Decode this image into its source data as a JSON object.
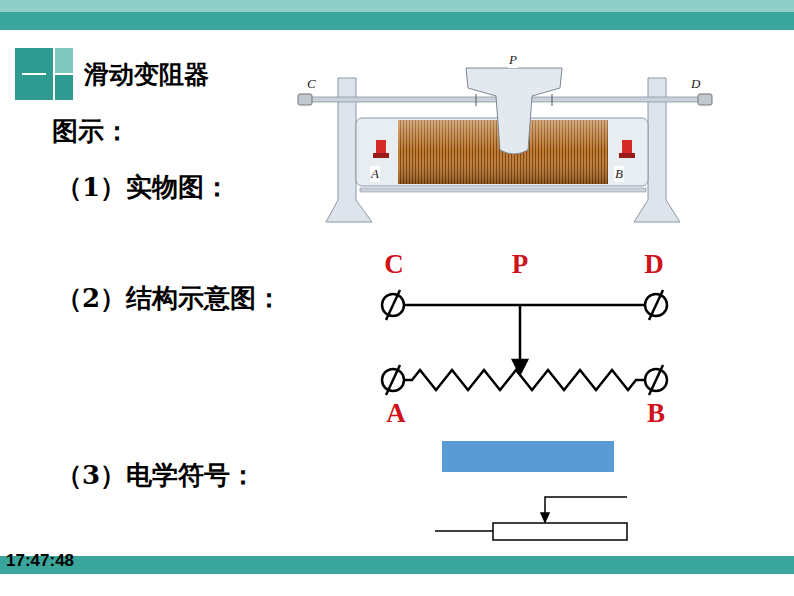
{
  "diagram": {
    "title": "滑动变阻器",
    "labels": [
      "图示：",
      "（1）实物图：",
      "C",
      "P",
      "D",
      "A",
      "B",
      "（2）结构示意图：",
      "C",
      "P",
      "D",
      "A",
      "B",
      "（3）电学符号：",
      "17:47:48"
    ]
  }
}
